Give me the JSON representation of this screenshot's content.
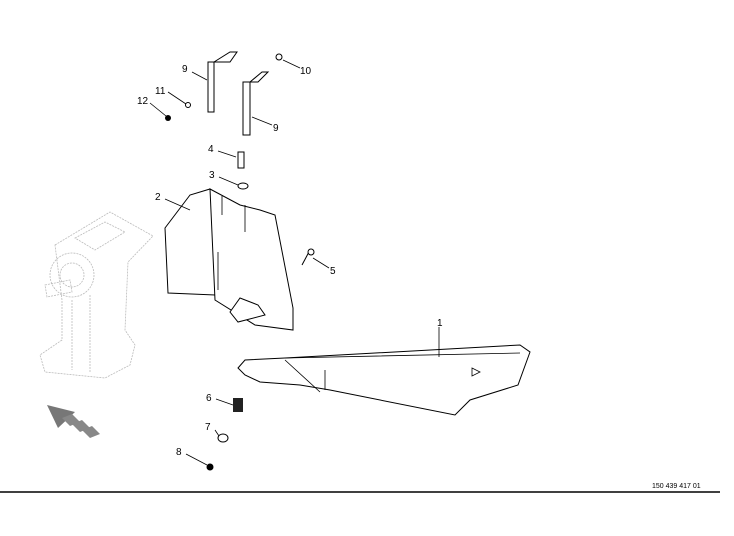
{
  "callouts": {
    "c1": "1",
    "c2": "2",
    "c3": "3",
    "c4": "4",
    "c5": "5",
    "c6": "6",
    "c7": "7",
    "c8": "8",
    "c9a": "9",
    "c9b": "9",
    "c10": "10",
    "c11": "11",
    "c12": "12"
  },
  "document_number": "150 439 417 01"
}
